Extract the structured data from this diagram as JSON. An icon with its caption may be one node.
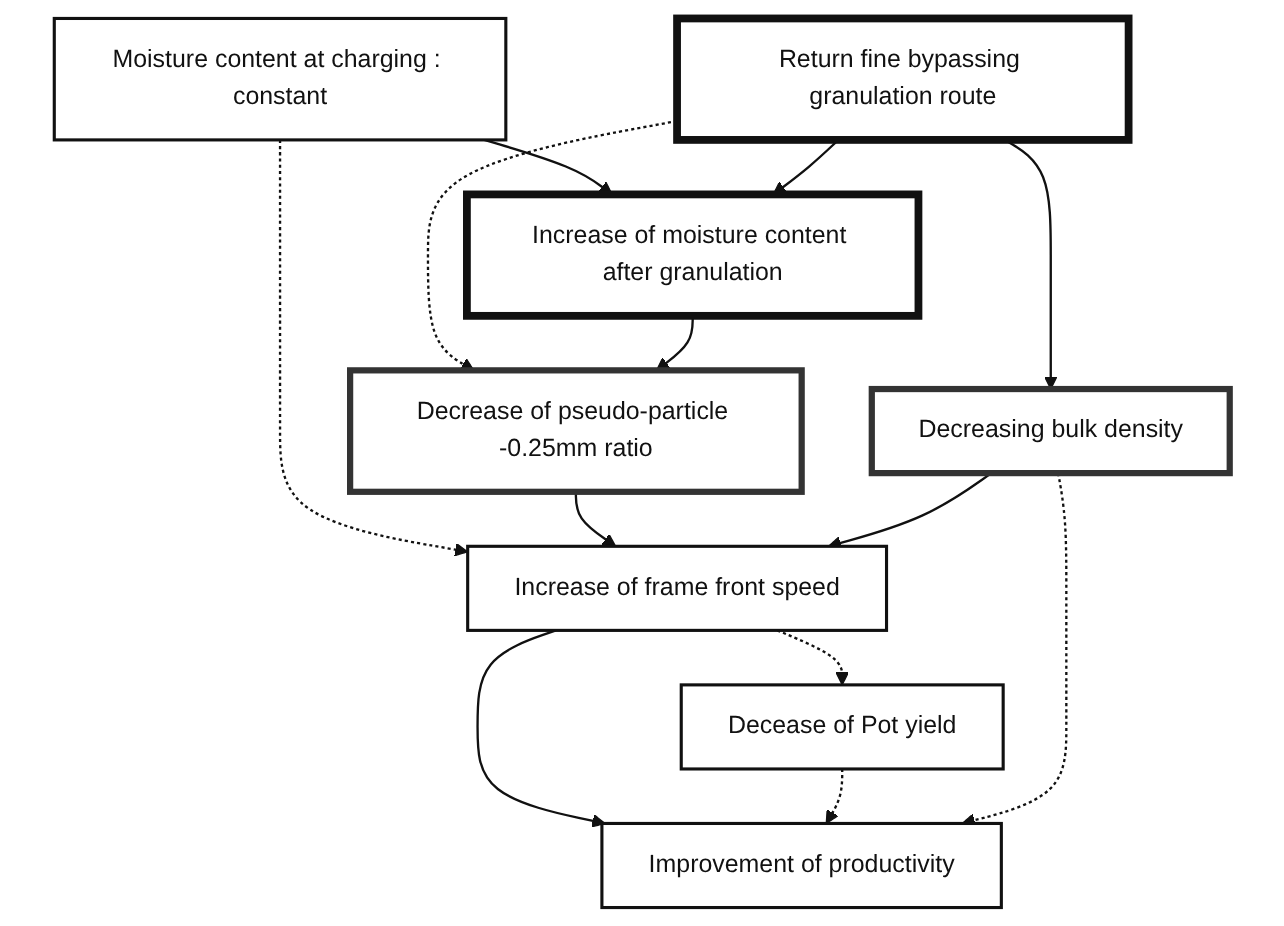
{
  "diagram": {
    "nodes": [
      {
        "text": [
          "Moisture content at charging : constant"
        ]
      },
      {
        "text": [
          "Return fine bypassing granulation route"
        ]
      },
      {
        "text": [
          "Increase of moisture content after granulation"
        ]
      },
      {
        "text": [
          "Decrease of pseudo-particle -0.25mm ratio"
        ]
      },
      {
        "text": [
          "Decreasing bulk density"
        ]
      },
      {
        "text": [
          "Increase of frame front speed"
        ]
      },
      {
        "text": [
          "Decease of Pot yield"
        ]
      },
      {
        "text": [
          "Improvement of productivity"
        ]
      }
    ],
    "edges": [
      {
        "from": 0,
        "to": 2,
        "arrow": "to"
      },
      {
        "from": 1,
        "to": 2,
        "arrow": "to"
      },
      {
        "from": 1,
        "to": 3,
        "arrow": "to",
        "style": "dashed"
      },
      {
        "from": 1,
        "to": 4,
        "arrow": "to"
      },
      {
        "from": 2,
        "to": 3,
        "arrow": "to"
      },
      {
        "from": 0,
        "to": 5,
        "arrow": "to",
        "style": "dashed"
      },
      {
        "from": 3,
        "to": 5,
        "arrow": "to"
      },
      {
        "from": 4,
        "to": 5,
        "arrow": "to"
      },
      {
        "from": 5,
        "to": 6,
        "arrow": "to",
        "style": "dashed"
      },
      {
        "from": 5,
        "to": 7,
        "arrow": "to"
      },
      {
        "from": 6,
        "to": 7,
        "arrow": "to",
        "style": "dashed"
      },
      {
        "from": 4,
        "to": 7,
        "arrow": "to",
        "style": "dashed"
      }
    ]
  }
}
